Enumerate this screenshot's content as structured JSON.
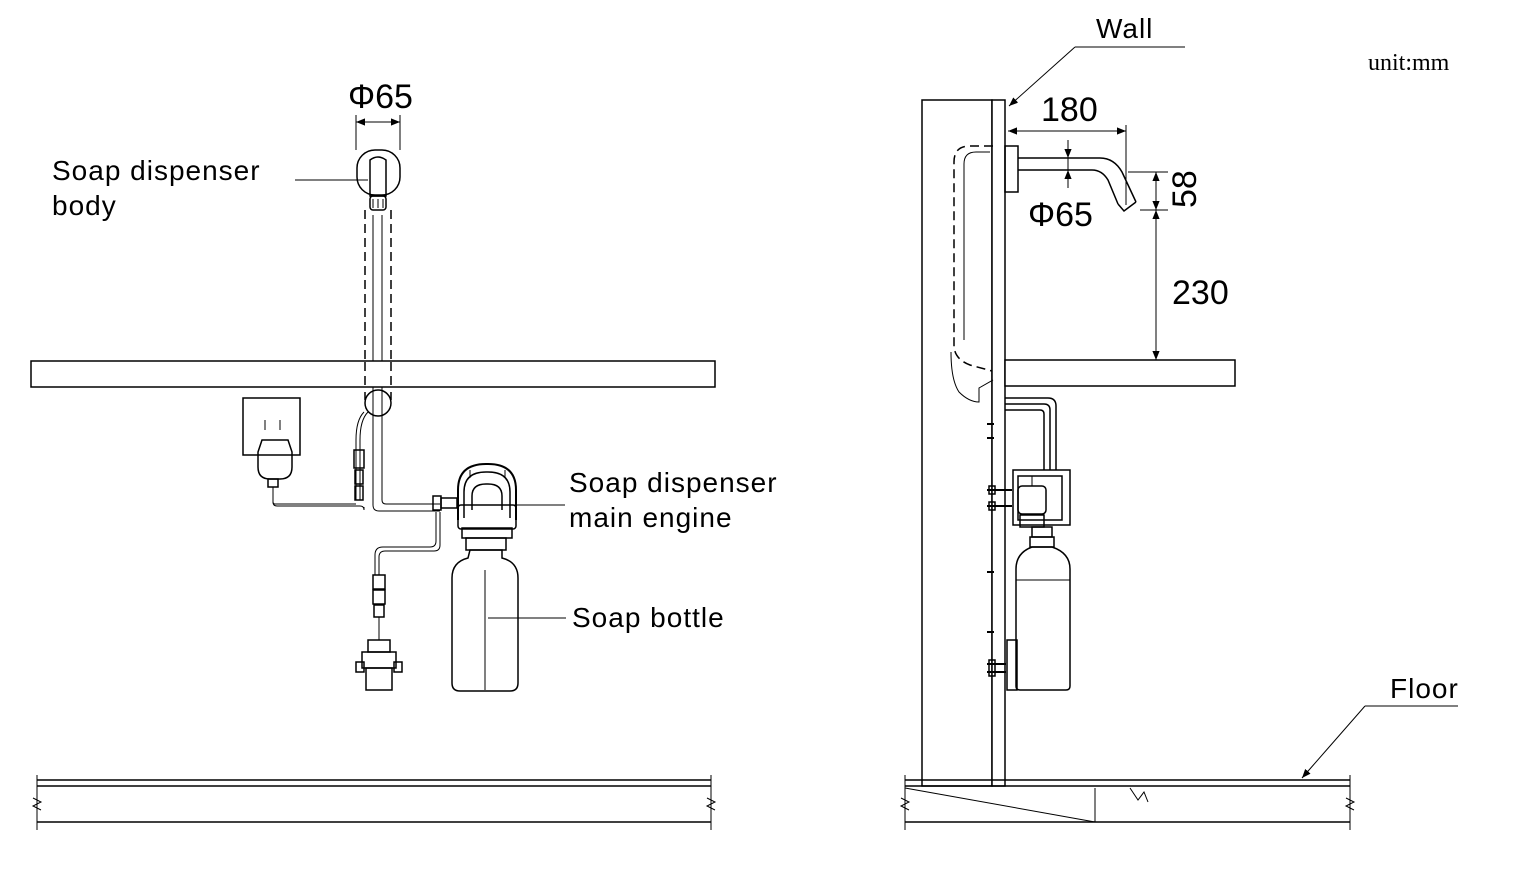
{
  "drawing": {
    "unit_note": "unit:mm",
    "front_view": {
      "diameter_label": "Φ65",
      "soap_dispenser_body_line1": "Soap dispenser",
      "soap_dispenser_body_line2": "body",
      "main_engine_line1": "Soap dispenser",
      "main_engine_line2": "main engine",
      "soap_bottle": "Soap bottle"
    },
    "side_view": {
      "wall": "Wall",
      "floor": "Floor",
      "spout_length": "180",
      "spout_height": "58",
      "diameter_label": "Φ65",
      "counter_clearance": "230"
    }
  }
}
